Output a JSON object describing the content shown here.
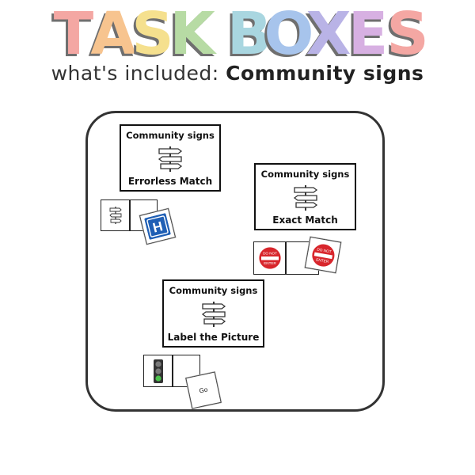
{
  "header": {
    "title": "TASK BOXES",
    "subtitle_prefix": "what's included: ",
    "subtitle_topic": "Community signs"
  },
  "cards": [
    {
      "title": "Community signs",
      "label": "Errorless Match"
    },
    {
      "title": "Community signs",
      "label": "Exact Match"
    },
    {
      "title": "Community signs",
      "label": "Label the Picture"
    }
  ],
  "pieces": {
    "hospital_letter": "H",
    "do_not_enter_line1": "DO NOT",
    "do_not_enter_line2": "ENTER",
    "go_word": "Go"
  },
  "colors": {
    "title_letters": [
      "#f4a7a3",
      "#f7c48f",
      "#f5e08e",
      "#b7dba4",
      "#a9d6e0",
      "#a7c4ec",
      "#b9b3e6",
      "#d7b0e2"
    ],
    "hospital_blue": "#1f5fb5",
    "stop_red": "#d8262c",
    "frame": "#333333"
  },
  "icons": [
    "signpost-icon",
    "hospital-sign-icon",
    "do-not-enter-icon",
    "traffic-light-icon"
  ]
}
